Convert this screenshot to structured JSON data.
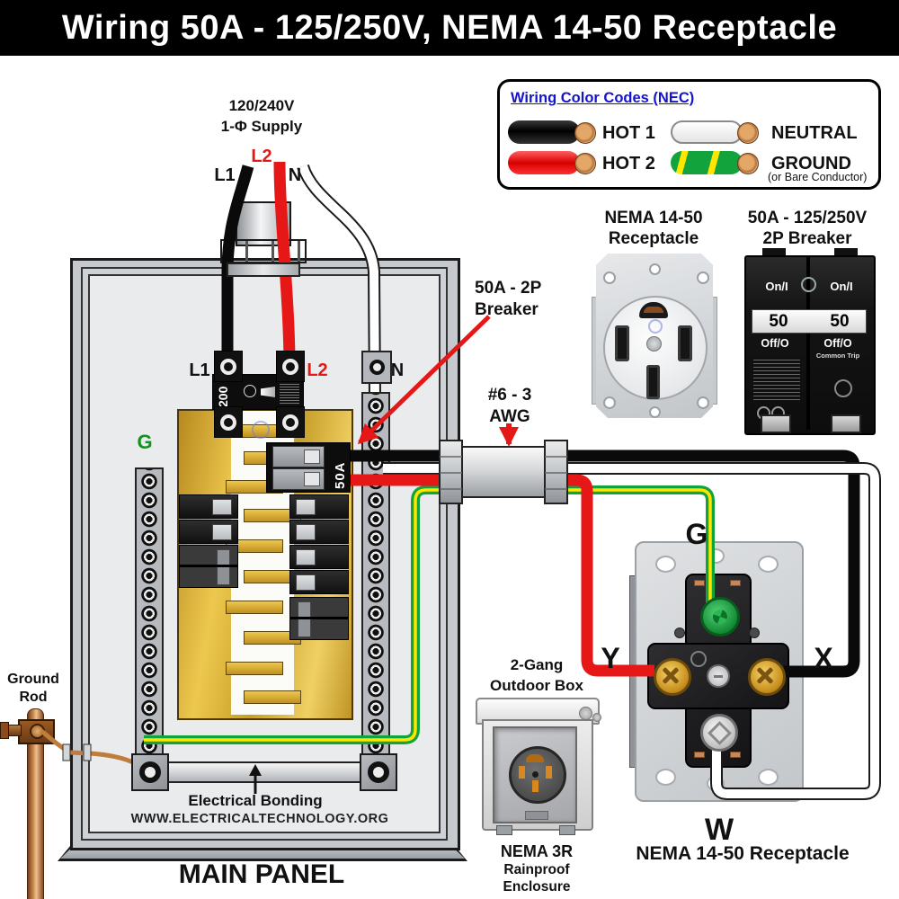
{
  "title": "Wiring 50A - 125/250V, NEMA 14-50 Receptacle",
  "legend": {
    "title": "Wiring Color Codes (NEC)",
    "hot1": "HOT 1",
    "hot2": "HOT 2",
    "neutral": "NEUTRAL",
    "ground": "GROUND",
    "ground_note": "(or Bare Conductor)"
  },
  "supply": {
    "voltage": "120/240V",
    "phase": "1-Φ Supply",
    "l1": "L1",
    "l2": "L2",
    "n": "N"
  },
  "panel": {
    "l1": "L1",
    "l2": "L2",
    "n": "N",
    "g": "G",
    "main_breaker_rating": "200",
    "branch_breaker_rating": "50A",
    "bonding_label": "Electrical Bonding",
    "website": "WWW.ELECTRICALTECHNOLOGY.ORG",
    "caption": "MAIN PANEL"
  },
  "ground_rod": {
    "line1": "Ground",
    "line2": "Rod"
  },
  "callouts": {
    "breaker_line1": "50A - 2P",
    "breaker_line2": "Breaker",
    "awg_line1": "#6 - 3",
    "awg_line2": "AWG"
  },
  "receptacle_front": {
    "label_line1": "NEMA 14-50",
    "label_line2": "Receptacle"
  },
  "breaker_2p": {
    "label_line1": "50A - 125/250V",
    "label_line2": "2P Breaker",
    "on": "On/I",
    "off": "Off/O",
    "amp": "50",
    "common_trip": "Common Trip"
  },
  "outdoor_box": {
    "label_line1": "2-Gang",
    "label_line2": "Outdoor Box",
    "caption_line1": "NEMA 3R",
    "caption_line2": "Rainproof",
    "caption_line3": "Enclosure"
  },
  "receptacle_back": {
    "g": "G",
    "y": "Y",
    "x": "X",
    "w": "W",
    "caption": "NEMA 14-50 Receptacle"
  },
  "colors": {
    "hot1": "#0a0a0a",
    "hot2": "#e61717",
    "neutral": "#ffffff",
    "groundGreen": "#12a33c",
    "groundYellow": "#ffe600",
    "copper": "#c07c3c",
    "linkBlue": "#1414cc",
    "accentRed": "#e61717",
    "gLabelGreen": "#14921e",
    "busGold": "#d9a92c",
    "panelGray": "#c5c9cd"
  }
}
